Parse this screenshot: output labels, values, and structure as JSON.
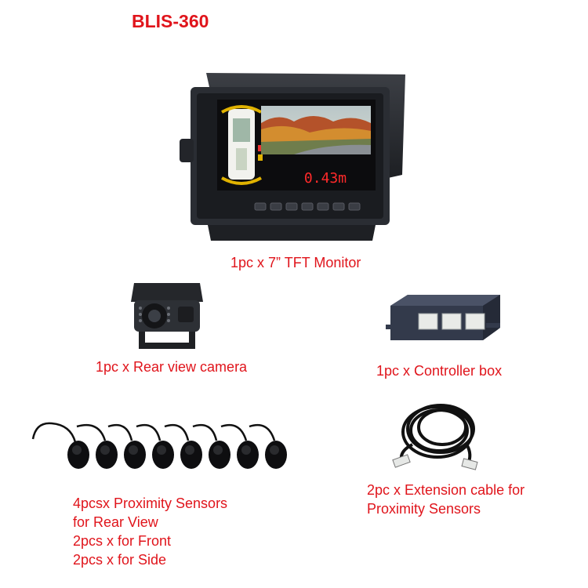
{
  "title": "BLIS-360",
  "monitor": {
    "label": "1pc x 7” TFT Monitor",
    "distance_readout": "0.43m"
  },
  "camera": {
    "label": "1pc x Rear view camera"
  },
  "controller": {
    "label": "1pc x Controller box"
  },
  "sensors": {
    "lines": [
      "4pcsx Proximity Sensors",
      "for Rear View",
      "2pcs x for Front",
      "2pcs x for Side"
    ]
  },
  "cable": {
    "lines": [
      "2pc x Extension cable for",
      "Proximity Sensors"
    ]
  },
  "colors": {
    "label_text": "#e0141b",
    "device_body": "#2a2d33",
    "readout": "#ff2a2a"
  }
}
